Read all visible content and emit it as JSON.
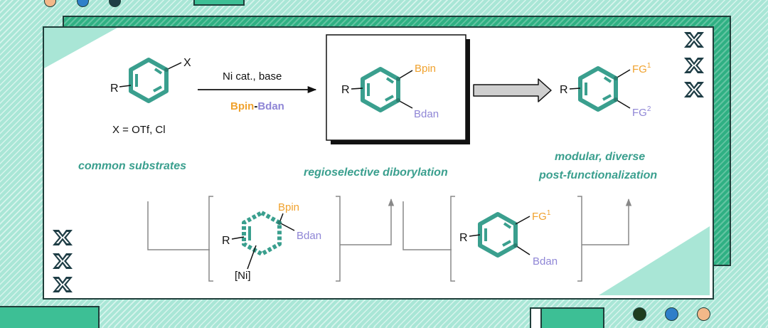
{
  "colors": {
    "teal": "#3a9f8e",
    "teal_dark": "#2b7d6f",
    "orange": "#f0a22e",
    "purple": "#8f86d6",
    "navy": "#1f3e46",
    "caption": "#3a9f8e",
    "green_block": "#3dbf95",
    "dot_dark": "#1f3e1f",
    "dot_blue": "#2f7fc9",
    "dot_peach": "#f3b889"
  },
  "icons": [
    "x-logo-icon",
    "arrow-icon",
    "benzene-ring-icon"
  ],
  "substrate": {
    "R": "R",
    "X": "X",
    "note": "X = OTf, Cl",
    "caption": "common substrates"
  },
  "reaction": {
    "conditions": "Ni cat., base",
    "reagent_bpin": "Bpin",
    "reagent_dash": "-",
    "reagent_bdan": "Bdan"
  },
  "product": {
    "R": "R",
    "Bpin": "Bpin",
    "Bdan": "Bdan",
    "caption": "regioselective diborylation"
  },
  "functionalized": {
    "R": "R",
    "FG1": "FG",
    "FG1_sup": "1",
    "FG2": "FG",
    "FG2_sup": "2",
    "caption_line1": "modular, diverse",
    "caption_line2": "post-functionalization"
  },
  "intermediate": {
    "R": "R",
    "Bpin": "Bpin",
    "Bdan": "Bdan",
    "Ni": "[Ni]"
  },
  "mono": {
    "R": "R",
    "FG": "FG",
    "FG_sup": "1",
    "Bdan": "Bdan"
  }
}
